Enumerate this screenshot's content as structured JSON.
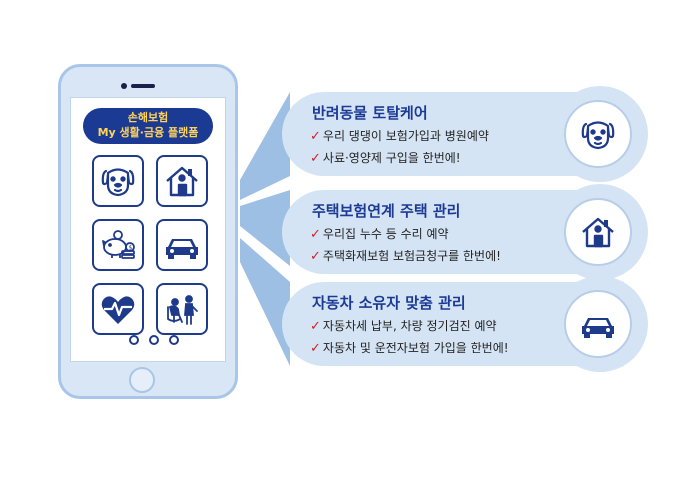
{
  "app": {
    "title_line1": "손해보험",
    "title_line2": "My 생활·금융 플랫폼"
  },
  "tiles": [
    {
      "icon": "dog-icon"
    },
    {
      "icon": "house-icon"
    },
    {
      "icon": "piggy-bank-coins-icon"
    },
    {
      "icon": "car-icon"
    },
    {
      "icon": "heart-pulse-icon"
    },
    {
      "icon": "elderly-care-icon"
    }
  ],
  "cards": [
    {
      "title": "반려동물 토탈케어",
      "lines": [
        "우리 댕댕이 보험가입과 병원예약",
        "사료·영양제 구입을 한번에!"
      ],
      "icon": "dog-icon"
    },
    {
      "title": "주택보험연계 주택 관리",
      "lines": [
        "우리집 누수 등 수리 예약",
        "주택화재보험 보험금청구를 한번에!"
      ],
      "icon": "house-icon"
    },
    {
      "title": "자동차 소유자 맞춤 관리",
      "lines": [
        "자동차세 납부, 차량 정기검진 예약",
        "자동차 및 운전자보험 가입을 한번에!"
      ],
      "icon": "car-icon"
    }
  ],
  "check_mark": "✓",
  "colors": {
    "navy": "#1b3a94",
    "title_yellow": "#ffd35c",
    "card_bg": "#d5e4f4",
    "check_red": "#d62020",
    "phone_bg": "#d8e6f5"
  }
}
